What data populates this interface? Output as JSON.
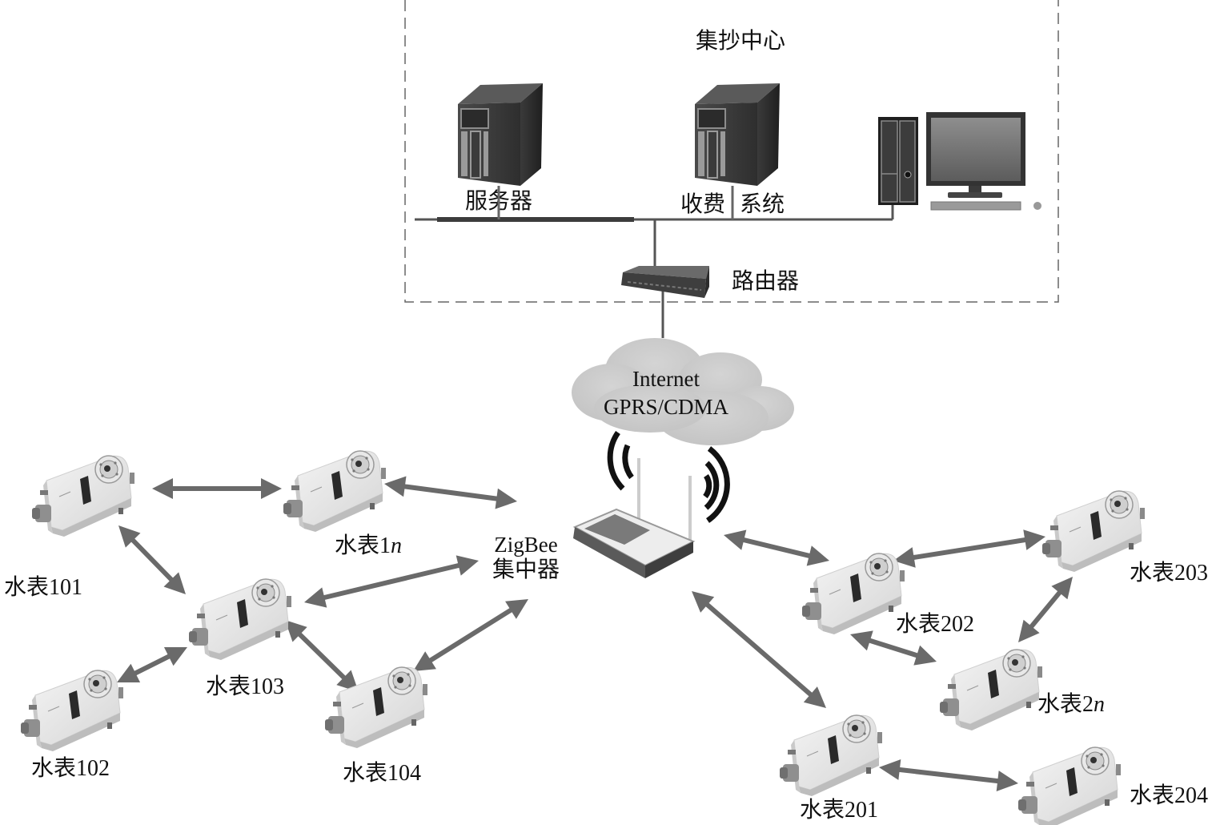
{
  "center": {
    "title": "集抄中心",
    "server_label": "服务器",
    "billing_label_1": "收费",
    "billing_label_2": "系统",
    "router_label": "路由器"
  },
  "cloud": {
    "line1": "Internet",
    "line2": "GPRS/CDMA"
  },
  "concentrator": {
    "line1": "ZigBee",
    "line2": "集中器"
  },
  "meters": [
    {
      "id": "101",
      "label": "水表101"
    },
    {
      "id": "102",
      "label": "水表102"
    },
    {
      "id": "103",
      "label": "水表103"
    },
    {
      "id": "104",
      "label": "水表104"
    },
    {
      "id": "1n",
      "label_prefix": "水表1",
      "label_suffix": "n"
    },
    {
      "id": "201",
      "label": "水表201"
    },
    {
      "id": "202",
      "label": "水表202"
    },
    {
      "id": "203",
      "label": "水表203"
    },
    {
      "id": "204",
      "label": "水表204"
    },
    {
      "id": "2n",
      "label_prefix": "水表2",
      "label_suffix": "n"
    }
  ],
  "links": [
    [
      "101",
      "1n"
    ],
    [
      "1n",
      "concentrator"
    ],
    [
      "101",
      "103"
    ],
    [
      "103",
      "concentrator"
    ],
    [
      "102",
      "103"
    ],
    [
      "103",
      "104"
    ],
    [
      "104",
      "concentrator"
    ],
    [
      "concentrator",
      "202"
    ],
    [
      "202",
      "203"
    ],
    [
      "203",
      "2n"
    ],
    [
      "202",
      "2n"
    ],
    [
      "concentrator",
      "201"
    ],
    [
      "201",
      "204"
    ]
  ]
}
